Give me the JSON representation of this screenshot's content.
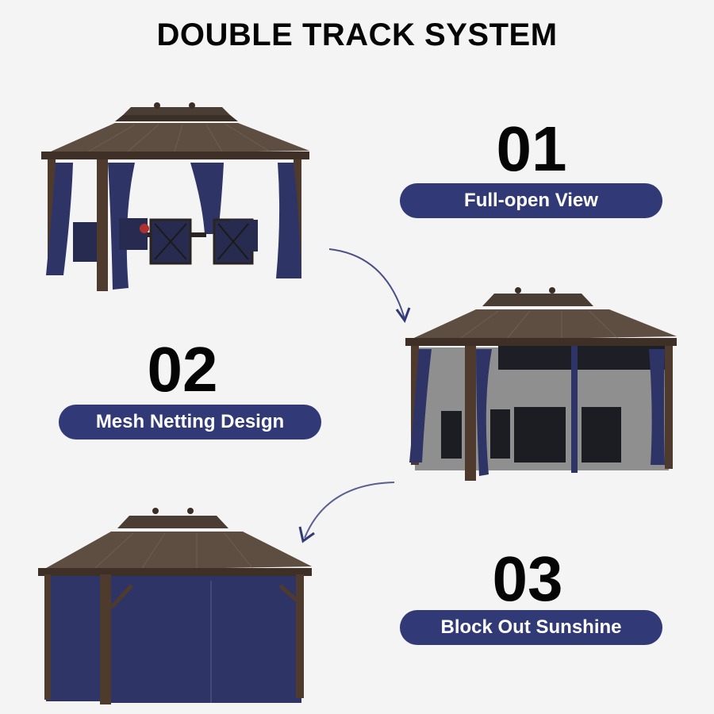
{
  "header": {
    "title": "DOUBLE TRACK SYSTEM"
  },
  "steps": [
    {
      "number": "01",
      "label": "Full-open View"
    },
    {
      "number": "02",
      "label": "Mesh Netting Design"
    },
    {
      "number": "03",
      "label": "Block Out Sunshine"
    }
  ],
  "images": [
    {
      "alt": "gazebo-open-curtains-with-dining-set"
    },
    {
      "alt": "gazebo-with-mesh-netting-closed"
    },
    {
      "alt": "gazebo-with-blackout-curtains-closed"
    }
  ],
  "colors": {
    "background": "#f4f4f4",
    "pill": "#313a77",
    "pill_text": "#ffffff",
    "text": "#050505",
    "roof": "#5a4a3e",
    "frame": "#4e3b2d",
    "curtain": "#2e3566",
    "mesh": "#8f8f8f"
  }
}
